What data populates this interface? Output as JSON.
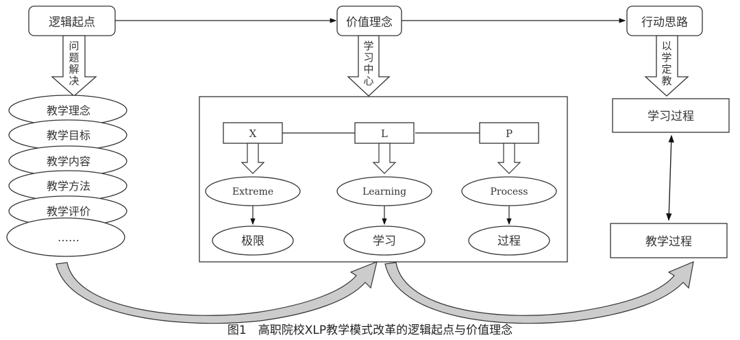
{
  "diagram": {
    "top_nodes": [
      {
        "id": "logic",
        "label": "逻辑起点"
      },
      {
        "id": "value",
        "label": "价值理念"
      },
      {
        "id": "action",
        "label": "行动思路"
      }
    ],
    "down_arrow_labels": {
      "logic": [
        "问",
        "题",
        "解",
        "决"
      ],
      "value": [
        "学",
        "习",
        "中",
        "心"
      ],
      "action": [
        "以",
        "学",
        "定",
        "教"
      ]
    },
    "left_stack": [
      "教学理念",
      "教学目标",
      "教学内容",
      "教学方法",
      "教学评价",
      "……"
    ],
    "xlp": {
      "letters": [
        "X",
        "L",
        "P"
      ],
      "words": [
        "Extreme",
        "Learning",
        "Process"
      ],
      "meanings": [
        "极限",
        "学习",
        "过程"
      ]
    },
    "right_boxes": [
      "学习过程",
      "教学过程"
    ],
    "caption": "图1　高职院校XLP教学模式改革的逻辑起点与价值理念"
  }
}
